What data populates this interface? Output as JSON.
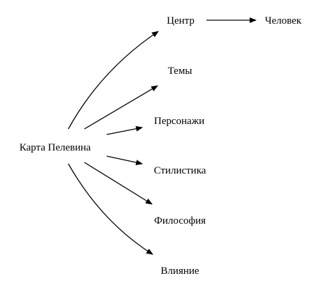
{
  "diagram": {
    "colors": {
      "line": "#000000",
      "text": "#000000",
      "background": "#ffffff"
    },
    "nodes": {
      "root": "Карта Пелевина",
      "center": "Центр",
      "human": "Человек",
      "themes": "Темы",
      "characters": "Персонажи",
      "style": "Стилистика",
      "philosophy": "Философия",
      "influence": "Влияние"
    }
  }
}
